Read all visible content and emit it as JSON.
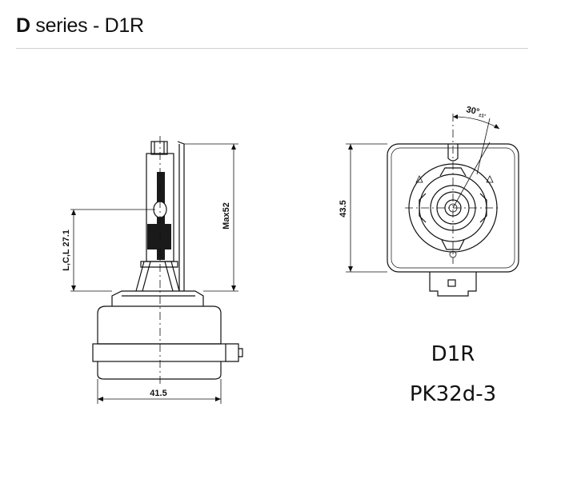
{
  "header": {
    "title_bold": "D",
    "title_rest": " series - D1R"
  },
  "side_view": {
    "dim_width": "41.5",
    "dim_light_center": "L,C,L 27.1",
    "dim_max_height": "Max52"
  },
  "front_view": {
    "dim_height": "43.5",
    "angle_value": "30°",
    "angle_tolerance": "±1°"
  },
  "captions": {
    "model": "D1R",
    "base": "PK32d-3"
  },
  "colors": {
    "line": "#111111",
    "divider": "#cfcfcf",
    "background": "#ffffff"
  }
}
